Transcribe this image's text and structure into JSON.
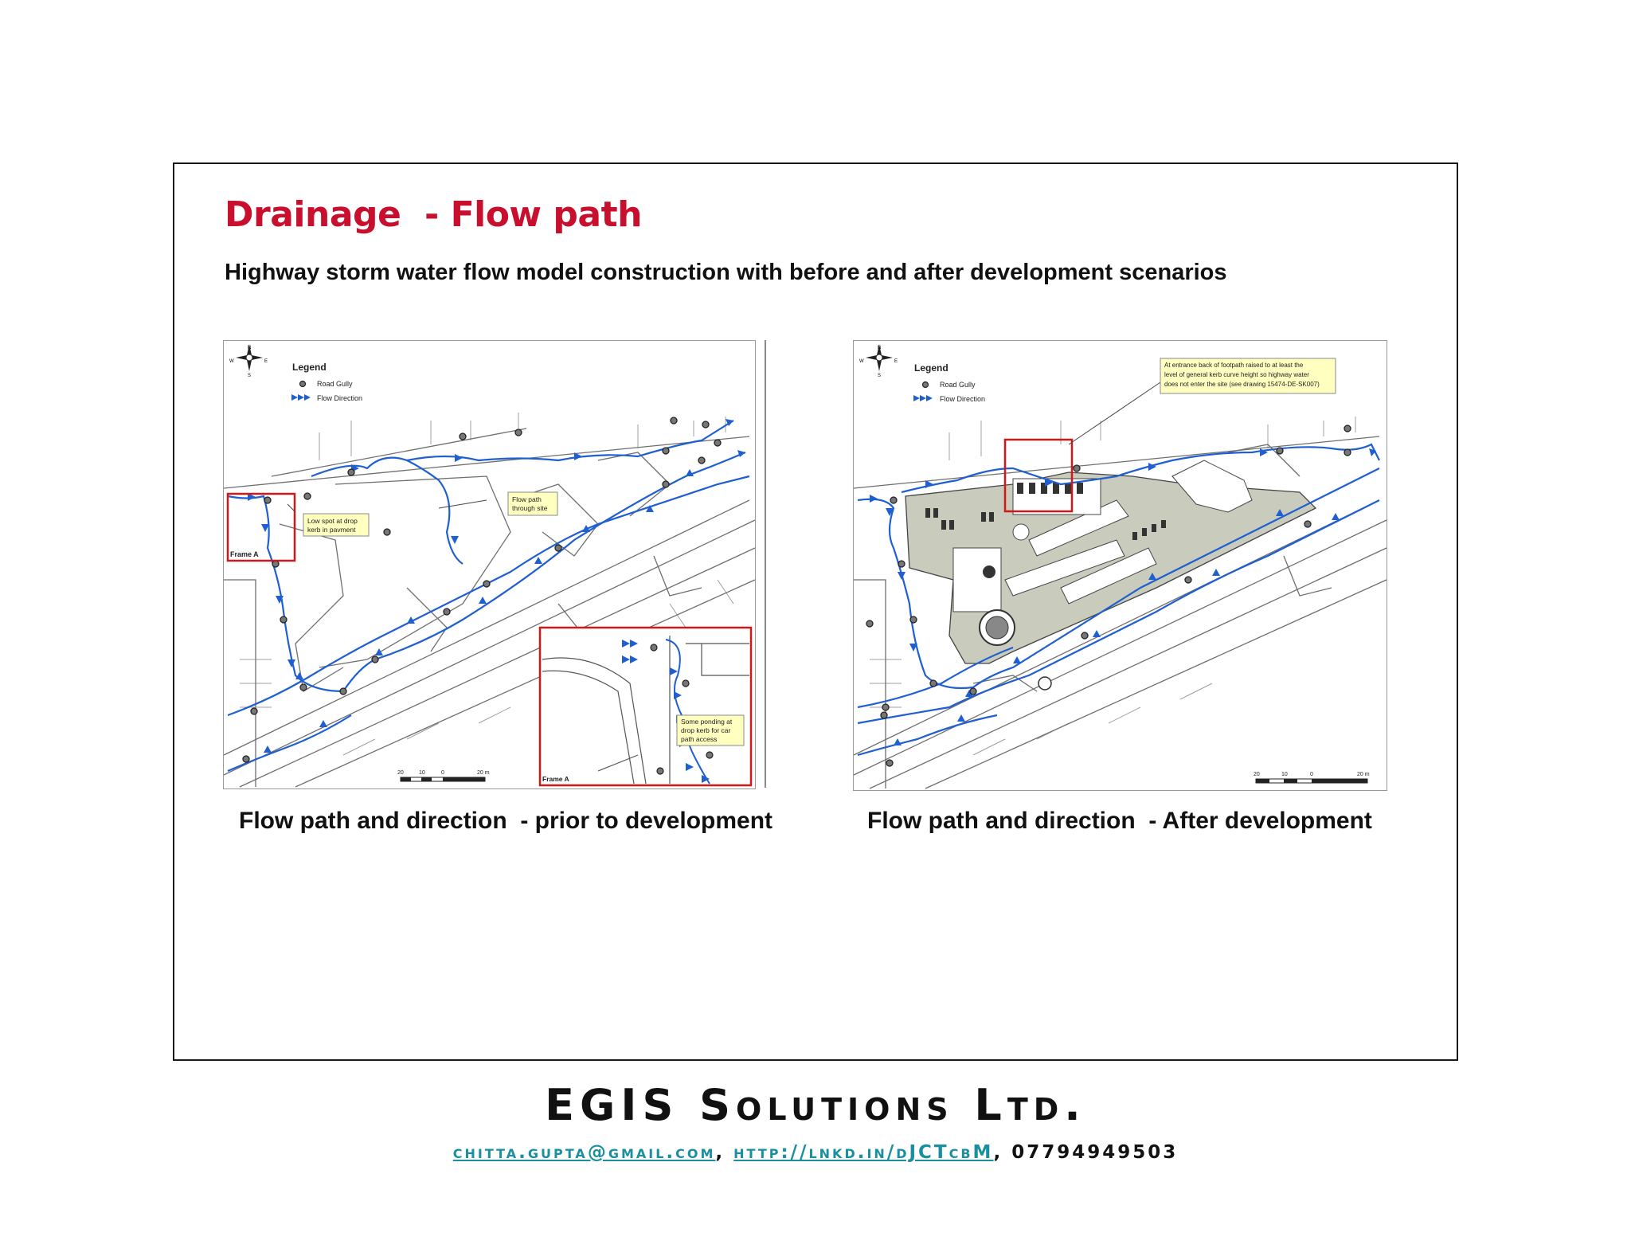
{
  "slide": {
    "title": "Drainage  - Flow path",
    "subtitle": "Highway storm water flow model construction with before and after development scenarios"
  },
  "map_left": {
    "legend_title": "Legend",
    "legend_gully": "Road Gully",
    "legend_flow": "Flow Direction",
    "callout_low_spot_1": "Low spot at drop",
    "callout_low_spot_2": "kerb in pavment",
    "callout_flow_path_1": "Flow path",
    "callout_flow_path_2": "through site",
    "callout_ponding_1": "Some ponding at",
    "callout_ponding_2": "drop kerb for car",
    "callout_ponding_3": "path access",
    "frame_label": "Frame A",
    "inset_frame_label": "Frame A",
    "scale_20": "20",
    "scale_10": "10",
    "scale_0": "0",
    "scale_20m": "20 m",
    "north": "N",
    "south": "S",
    "east": "E",
    "west": "W"
  },
  "map_right": {
    "legend_title": "Legend",
    "legend_gully": "Road Gully",
    "legend_flow": "Flow Direction",
    "callout_1": "At entrance back of footpath raised to at least the",
    "callout_2": "level of general kerb curve height so highway water",
    "callout_3": "does not enter the site (see drawing 15474-DE-SK007)",
    "scale_20": "20",
    "scale_10": "10",
    "scale_0": "0",
    "scale_20m": "20 m",
    "north": "N",
    "south": "S",
    "east": "E",
    "west": "W"
  },
  "captions": {
    "left": "Flow path and direction  - prior to development",
    "right": "Flow path and direction  - After development"
  },
  "footer": {
    "company": "EGIS Solutions Ltd.",
    "email": "chitta.gupta@gmail.com",
    "sep1": ", ",
    "link": "http://lnkd.in/dJCTcbM",
    "sep2": ", ",
    "phone": "07794949503"
  },
  "colors": {
    "title": "#c8102e",
    "flow": "#1f5fd1",
    "frame": "#d01818",
    "callout_bg": "#ffffc0",
    "link": "#1a8fa0",
    "building": "#c9cbbc"
  }
}
